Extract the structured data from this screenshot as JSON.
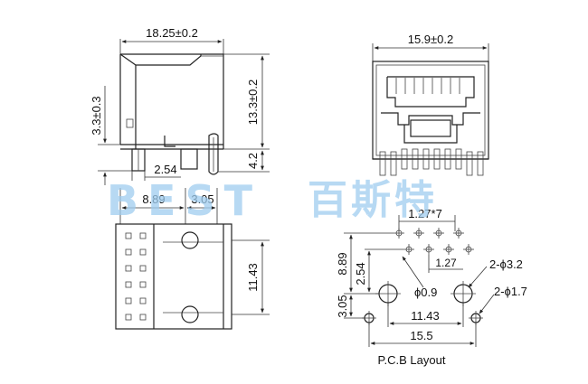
{
  "side_view": {
    "width_label": "18.25±0.2",
    "height_label": "13.3±0.2",
    "pin_label": "4.2",
    "offset_label": "3.3±0.3",
    "post_label": "2.54"
  },
  "front_view": {
    "width_label": "15.9±0.2"
  },
  "bottom_view": {
    "pitch_a_label": "8.89",
    "pitch_b_label": "3.05",
    "length_label": "11.43"
  },
  "pcb_layout": {
    "pitch_label": "1.27*7",
    "row_offset_label": "8.89",
    "pin_offset_label": "2.54",
    "row_pitch_label": "1.27",
    "big_hole_label": "2-ϕ3.2",
    "small_hole_label": "2-ϕ1.7",
    "pin_hole_label": "ϕ0.9",
    "post_span_label": "11.43",
    "bottom_offset_label": "3.05",
    "total_width_label": "15.5",
    "caption": "P.C.B Layout"
  },
  "watermark": {
    "latin": "BEST",
    "chinese": "百斯特",
    "color": "#9fcdef"
  }
}
